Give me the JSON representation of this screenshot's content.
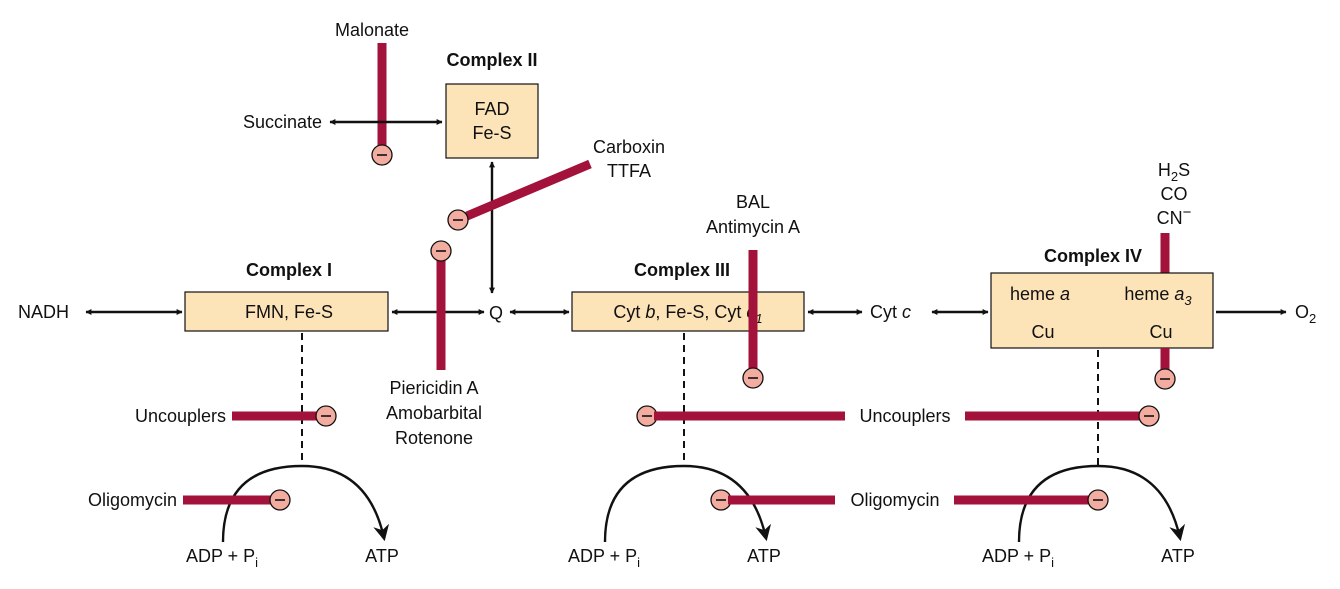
{
  "colors": {
    "inhibitor_bar": "#a3123a",
    "complex_box_fill": "#fce3b8",
    "inhibition_circle": "#f3aca0",
    "arrows_and_text": "#111111"
  },
  "complexes": {
    "c1": {
      "title": "Complex I",
      "content": "FMN, Fe-S"
    },
    "c2": {
      "title": "Complex II",
      "line1": "FAD",
      "line2": "Fe-S"
    },
    "c3": {
      "title": "Complex III",
      "cyt": "Cyt ",
      "b": "b",
      "mid": ", Fe-S, Cyt ",
      "c": "c",
      "sub": "1"
    },
    "c4": {
      "title": "Complex IV",
      "heme": "heme ",
      "a": "a",
      "a3": "a",
      "a3_sub": "3",
      "cu": "Cu"
    }
  },
  "carriers": {
    "nadh": "NADH",
    "succinate": "Succinate",
    "q": "Q",
    "cytc_prefix": "Cyt ",
    "cytc_italic": "c",
    "o2": "O",
    "o2_sub": "2"
  },
  "inhibitors": {
    "malonate": "Malonate",
    "carboxin": "Carboxin",
    "ttfa": "TTFA",
    "piericidin": "Piericidin A",
    "amobarbital": "Amobarbital",
    "rotenone": "Rotenone",
    "bal": "BAL",
    "antimycin": "Antimycin A",
    "h2s_h": "H",
    "h2s_sub": "2",
    "h2s_s": "S",
    "co": "CO",
    "cn": "CN",
    "cn_sup": "−",
    "uncouplers": "Uncouplers",
    "oligomycin": "Oligomycin"
  },
  "phosphorylation": {
    "adp": "ADP + P",
    "adp_sub": "i",
    "atp": "ATP"
  },
  "symbols": {
    "minus": "−"
  }
}
